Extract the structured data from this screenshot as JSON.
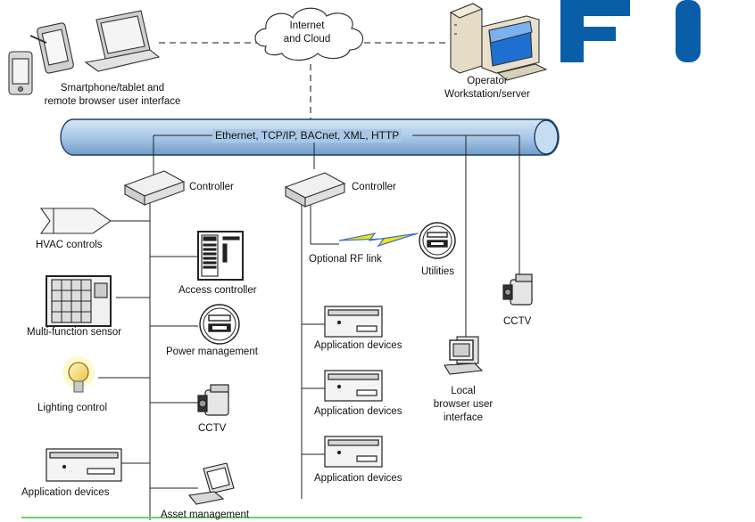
{
  "nodes": {
    "cloud": "Internet\nand Cloud",
    "remote_ui": "Smartphone/tablet and\nremote browser user interface",
    "operator": "Operator\nWorkstation/server",
    "bus": "Ethernet, TCP/IP, BACnet, XML, HTTP",
    "controller_left": "Controller",
    "controller_right": "Controller",
    "hvac": "HVAC controls",
    "access": "Access controller",
    "mfs": "Multi-function sensor",
    "power": "Power management",
    "lighting": "Lighting control",
    "cctv_left": "CCTV",
    "app_left": "Application devices",
    "asset": "Asset management",
    "rf_link": "Optional RF link",
    "utilities": "Utilities",
    "app_right_1": "Application devices",
    "app_right_2": "Application devices",
    "app_right_3": "Application devices",
    "local_ui": "Local\nbrowser user\ninterface",
    "cctv_right": "CCTV"
  },
  "colors": {
    "bus_fill": "#a9c8e8",
    "bus_stroke": "#1f3f66",
    "logo": "#0a5ea8",
    "rf_bolt": "#f2e600",
    "rf_bolt_edge": "#3b6fd6"
  }
}
